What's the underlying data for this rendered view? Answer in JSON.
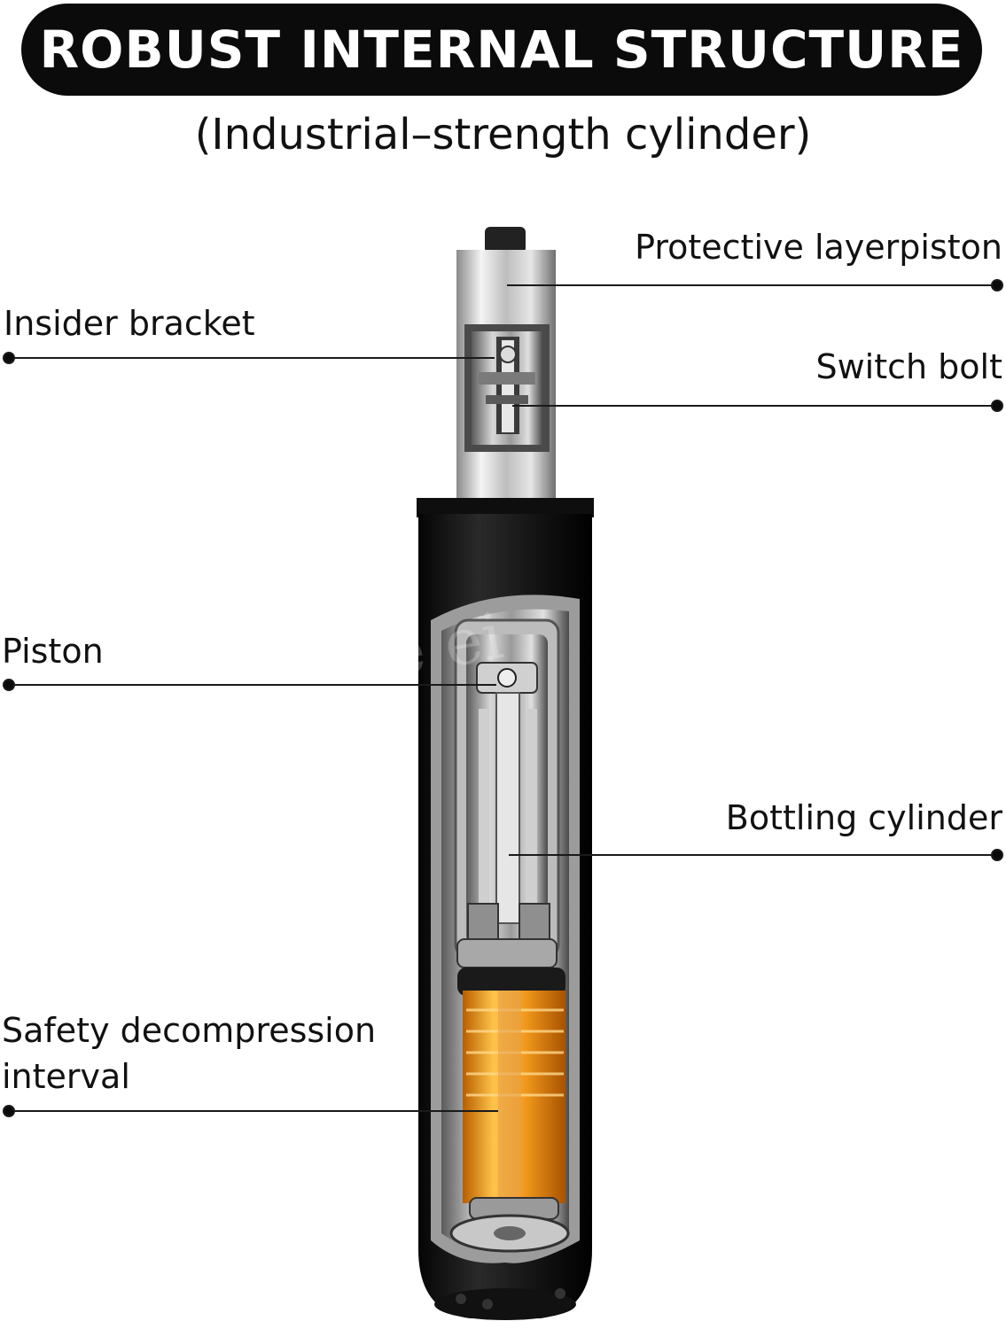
{
  "header": {
    "title": "ROBUST INTERNAL STRUCTURE",
    "subtitle": "(Industrial–strength cylinder)"
  },
  "labels": {
    "protective_layer": "Protective layerpiston",
    "insider_bracket": "Insider bracket",
    "switch_bolt": "Switch bolt",
    "piston": "Piston",
    "bottling_cylinder": "Bottling cylinder",
    "safety_line1": "Safety decompression",
    "safety_line2": "interval"
  },
  "watermark": "he        ei",
  "colors": {
    "banner": "#0b0b0b",
    "cylinder_body": "#151515",
    "chrome": "#c9c9c9",
    "orange": "#f39a1c"
  }
}
